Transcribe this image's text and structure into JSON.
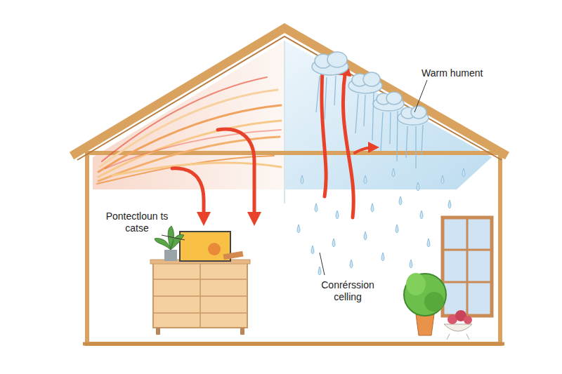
{
  "diagram": {
    "labels": [
      "Warm hument",
      "Pontectloun ts catse",
      "Conrérssion celling"
    ]
  }
}
